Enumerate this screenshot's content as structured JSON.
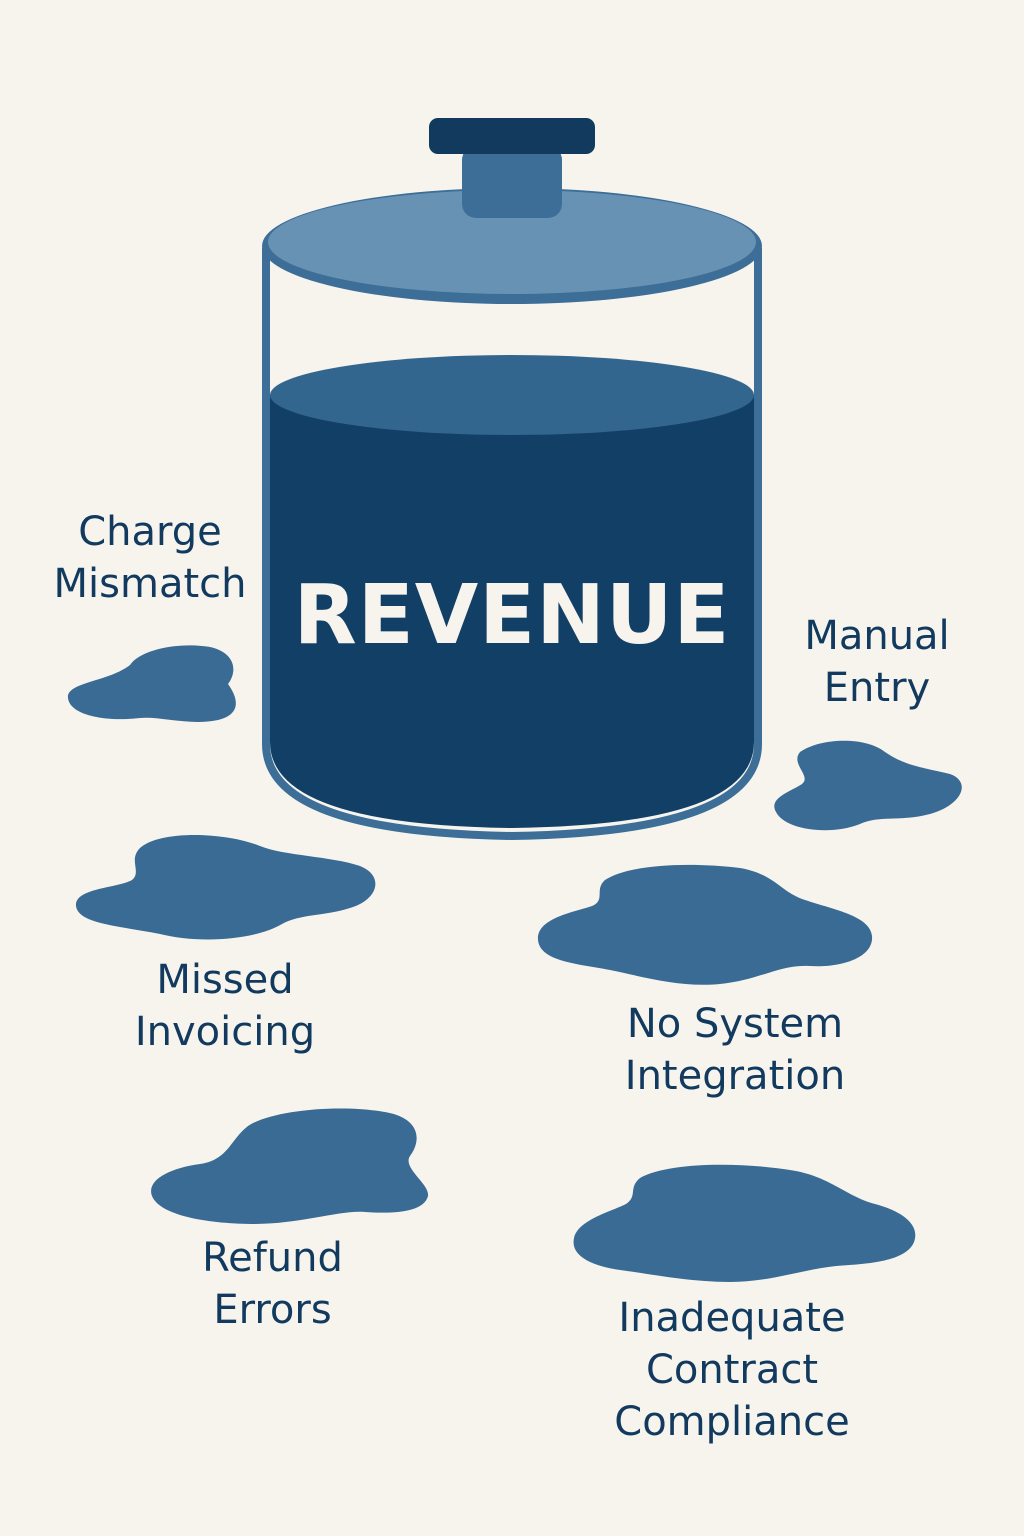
{
  "jar": {
    "label": "REVENUE"
  },
  "leaks": [
    {
      "lines": [
        "Charge",
        "Mismatch"
      ]
    },
    {
      "lines": [
        "Manual",
        "Entry"
      ]
    },
    {
      "lines": [
        "Missed",
        "Invoicing"
      ]
    },
    {
      "lines": [
        "No System",
        "Integration"
      ]
    },
    {
      "lines": [
        "Refund",
        "Errors"
      ]
    },
    {
      "lines": [
        "Inadequate",
        "Contract",
        "Compliance"
      ]
    }
  ],
  "colors": {
    "background": "#f7f4ee",
    "navy": "#123a5e",
    "liquid": "#113f66",
    "liquid_surface": "#33668f",
    "lid": "#6792b3",
    "puddle": "#3a6b94",
    "outline": "#3c6e98",
    "text": "#123a5e"
  },
  "icons": {
    "jar": "jar-icon",
    "puddle": "puddle-icon"
  }
}
